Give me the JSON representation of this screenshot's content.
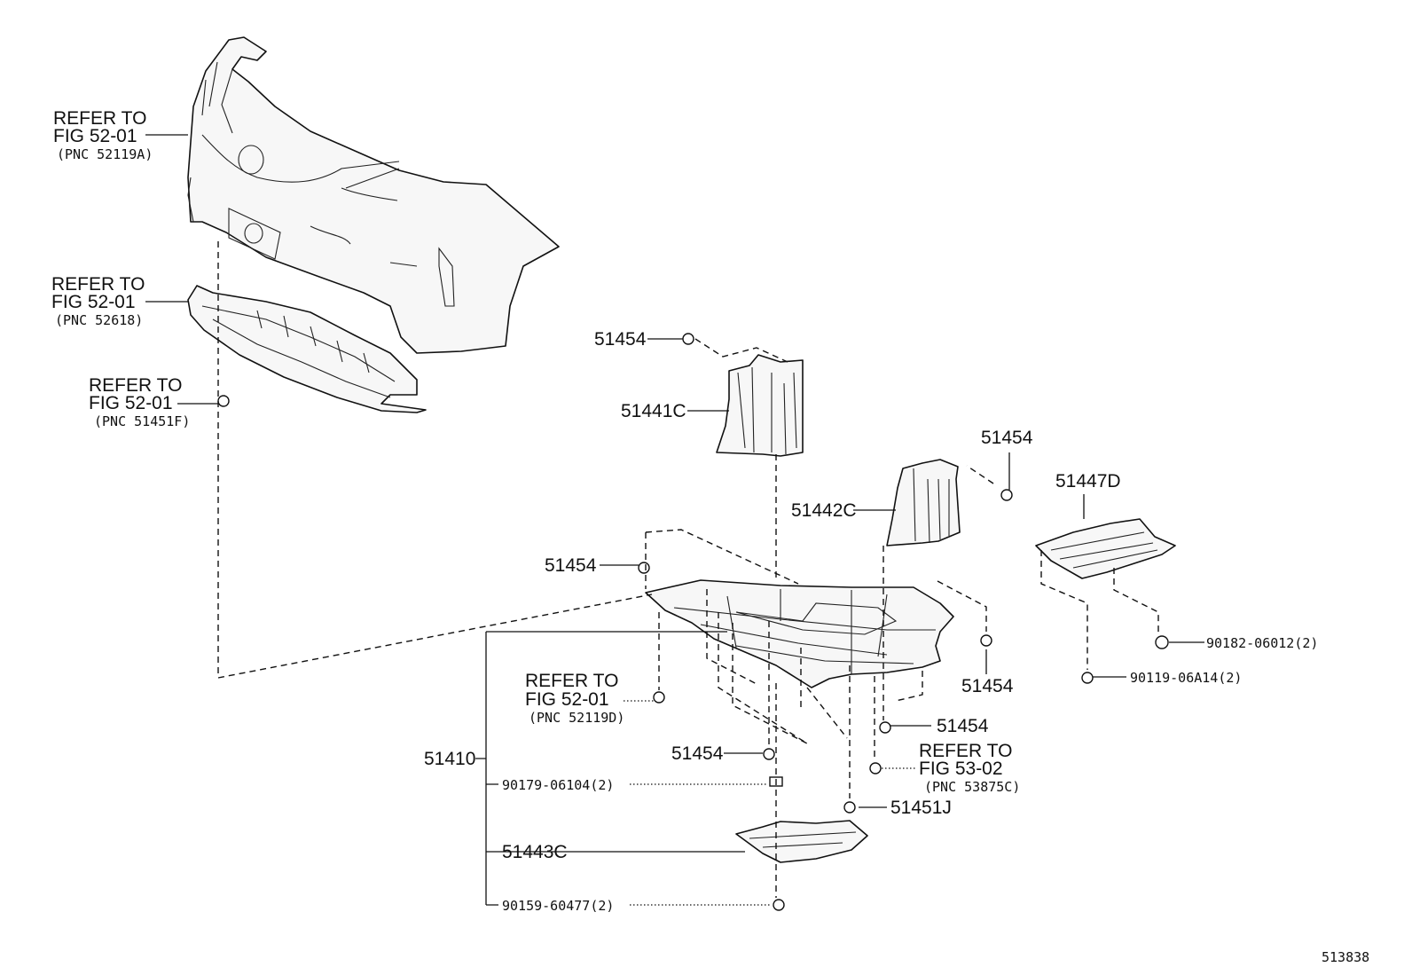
{
  "diagram": {
    "figure_id": "513838",
    "refs": {
      "bumper_cover": {
        "l1": "REFER TO",
        "l2": "FIG 52-01",
        "pnc": "(PNC 52119A)"
      },
      "bumper_absorber": {
        "l1": "REFER TO",
        "l2": "FIG 52-01",
        "pnc": "(PNC 52618)"
      },
      "clip_51451f": {
        "l1": "REFER TO",
        "l2": "FIG 52-01",
        "pnc": "(PNC 51451F)"
      },
      "screw_52119d": {
        "l1": "REFER TO",
        "l2": "FIG 52-01",
        "pnc": "(PNC 52119D)"
      },
      "screw_53875c": {
        "l1": "REFER TO",
        "l2": "FIG 53-02",
        "pnc": "(PNC 53875C)"
      }
    },
    "parts": {
      "p51454_a": "51454",
      "p51441c": "51441C",
      "p51454_b": "51454",
      "p51447d": "51447D",
      "p51442c": "51442C",
      "p51454_c": "51454",
      "p51454_d": "51454",
      "p51454_e": "51454",
      "p51454_f": "51454",
      "p90182": "90182-06012(2)",
      "p90119": "90119-06A14(2)",
      "p51410": "51410",
      "p90179": "90179-06104(2)",
      "p51451j": "51451J",
      "p51443c": "51443C",
      "p90159": "90159-60477(2)"
    }
  }
}
